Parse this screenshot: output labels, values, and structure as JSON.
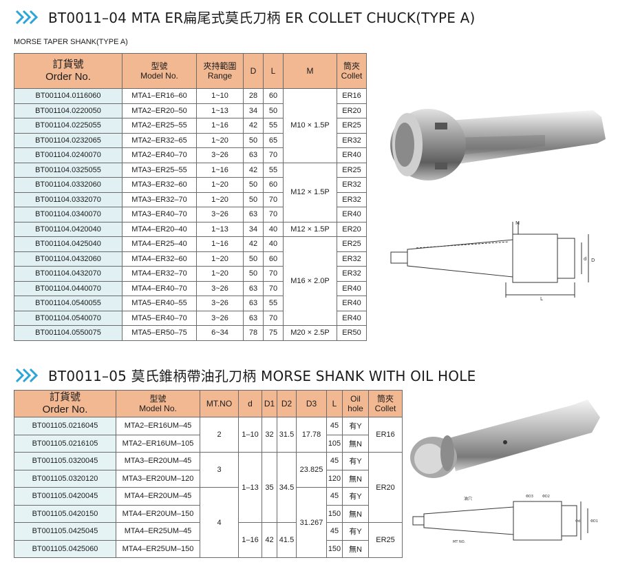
{
  "section1": {
    "title": "BT0011–04  MTA ER扁尾式莫氏刀柄  ER COLLET CHUCK(TYPE A)",
    "subtitle": "MORSE TAPER SHANK(TYPE A)",
    "headers": {
      "order_cn": "訂貨號",
      "order_en": "Order No.",
      "model_cn": "型號",
      "model_en": "Model No.",
      "range_cn": "夾持範圍",
      "range_en": "Range",
      "d": "D",
      "l": "L",
      "m": "M",
      "collet_cn": "筒夾",
      "collet_en": "Collet"
    },
    "rows": [
      {
        "order": "BT001104.0116060",
        "model": "MTA1–ER16–60",
        "range": "1~10",
        "d": "28",
        "l": "60",
        "collet": "ER16"
      },
      {
        "order": "BT001104.0220050",
        "model": "MTA2–ER20–50",
        "range": "1~13",
        "d": "34",
        "l": "50",
        "collet": "ER20"
      },
      {
        "order": "BT001104.0225055",
        "model": "MTA2–ER25–55",
        "range": "1~16",
        "d": "42",
        "l": "55",
        "collet": "ER25"
      },
      {
        "order": "BT001104.0232065",
        "model": "MTA2–ER32–65",
        "range": "1~20",
        "d": "50",
        "l": "65",
        "collet": "ER32"
      },
      {
        "order": "BT001104.0240070",
        "model": "MTA2–ER40–70",
        "range": "3~26",
        "d": "63",
        "l": "70",
        "collet": "ER40"
      },
      {
        "order": "BT001104.0325055",
        "model": "MTA3–ER25–55",
        "range": "1~16",
        "d": "42",
        "l": "55",
        "collet": "ER25"
      },
      {
        "order": "BT001104.0332060",
        "model": "MTA3–ER32–60",
        "range": "1~20",
        "d": "50",
        "l": "60",
        "collet": "ER32"
      },
      {
        "order": "BT001104.0332070",
        "model": "MTA3–ER32–70",
        "range": "1~20",
        "d": "50",
        "l": "70",
        "collet": "ER32"
      },
      {
        "order": "BT001104.0340070",
        "model": "MTA3–ER40–70",
        "range": "3~26",
        "d": "63",
        "l": "70",
        "collet": "ER40"
      },
      {
        "order": "BT001104.0420040",
        "model": "MTA4–ER20–40",
        "range": "1~13",
        "d": "34",
        "l": "40",
        "collet": "ER20"
      },
      {
        "order": "BT001104.0425040",
        "model": "MTA4–ER25–40",
        "range": "1~16",
        "d": "42",
        "l": "40",
        "collet": "ER25"
      },
      {
        "order": "BT001104.0432060",
        "model": "MTA4–ER32–60",
        "range": "1~20",
        "d": "50",
        "l": "60",
        "collet": "ER32"
      },
      {
        "order": "BT001104.0432070",
        "model": "MTA4–ER32–70",
        "range": "1~20",
        "d": "50",
        "l": "70",
        "collet": "ER32"
      },
      {
        "order": "BT001104.0440070",
        "model": "MTA4–ER40–70",
        "range": "3~26",
        "d": "63",
        "l": "70",
        "collet": "ER40"
      },
      {
        "order": "BT001104.0540055",
        "model": "MTA5–ER40–55",
        "range": "3~26",
        "d": "63",
        "l": "55",
        "collet": "ER40"
      },
      {
        "order": "BT001104.0540070",
        "model": "MTA5–ER40–70",
        "range": "3~26",
        "d": "63",
        "l": "70",
        "collet": "ER40"
      },
      {
        "order": "BT001104.0550075",
        "model": "MTA5–ER50–75",
        "range": "6~34",
        "d": "78",
        "l": "75",
        "collet": "ER50"
      }
    ],
    "m_values": [
      "M10 × 1.5P",
      "M12 × 1.5P",
      "M12 × 1.5P",
      "M16 × 2.0P",
      "M20 × 2.5P"
    ]
  },
  "section2": {
    "title": "BT0011–05  莫氏錐柄帶油孔刀柄  MORSE SHANK WITH OIL HOLE",
    "headers": {
      "order_cn": "訂貨號",
      "order_en": "Order No.",
      "model_cn": "型號",
      "model_en": "Model No.",
      "mtno": "MT.NO",
      "d": "d",
      "d1": "D1",
      "d2": "D2",
      "d3": "D3",
      "l": "L",
      "oil_1": "Oil",
      "oil_2": "hole",
      "collet_cn": "筒夾",
      "collet_en": "Collet"
    },
    "rows": [
      {
        "order": "BT001105.0216045",
        "model": "MTA2–ER16UM–45",
        "l": "45",
        "oil": "有Y"
      },
      {
        "order": "BT001105.0216105",
        "model": "MTA2–ER16UM–105",
        "l": "105",
        "oil": "無N"
      },
      {
        "order": "BT001105.0320045",
        "model": "MTA3–ER20UM–45",
        "l": "45",
        "oil": "有Y"
      },
      {
        "order": "BT001105.0320120",
        "model": "MTA3–ER20UM–120",
        "l": "120",
        "oil": "無N"
      },
      {
        "order": "BT001105.0420045",
        "model": "MTA4–ER20UM–45",
        "l": "45",
        "oil": "有Y"
      },
      {
        "order": "BT001105.0420150",
        "model": "MTA4–ER20UM–150",
        "l": "150",
        "oil": "無N"
      },
      {
        "order": "BT001105.0425045",
        "model": "MTA4–ER25UM–45",
        "l": "45",
        "oil": "有Y"
      },
      {
        "order": "BT001105.0425060",
        "model": "MTA4–ER25UM–150",
        "l": "150",
        "oil": "無N"
      }
    ],
    "merged": {
      "mt_2": "2",
      "mt_3": "3",
      "mt_4": "4",
      "d_a": "1–10",
      "d_b": "1–13",
      "d_c": "1–16",
      "d1_a": "32",
      "d1_b": "35",
      "d1_c": "42",
      "d2_a": "31.5",
      "d2_b": "34.5",
      "d2_c": "41.5",
      "d3_a": "17.78",
      "d3_b": "23.825",
      "d3_c": "31.267",
      "collet_a": "ER16",
      "collet_b": "ER20",
      "collet_c": "ER25"
    }
  },
  "drawing_labels": {
    "m": "M",
    "d": "d",
    "D": "D",
    "L": "L",
    "oil_hole": "油穴",
    "mt_no": "MT NO.",
    "phi_d3": "ΦD3",
    "phi_d2": "ΦD2",
    "phi_d1": "ΦD1",
    "phi_d": "Φd"
  },
  "colors": {
    "header_bg": "#f2b892",
    "order_bg": "#e1f1f3",
    "chevron": "#2aa6d6"
  }
}
